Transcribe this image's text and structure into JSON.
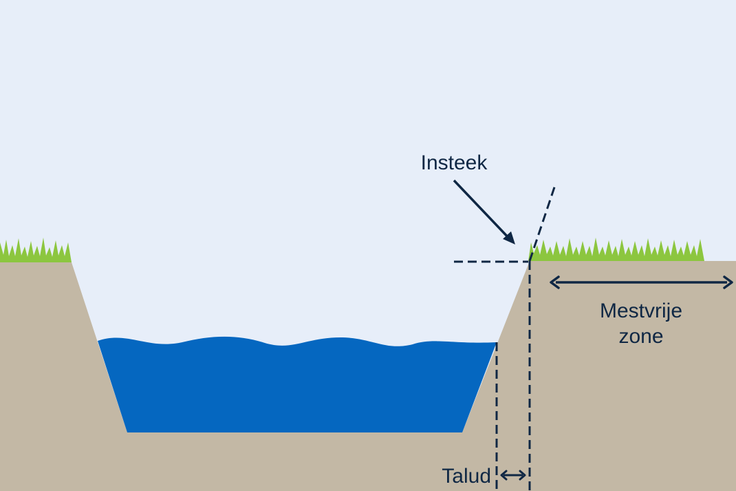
{
  "labels": {
    "insteek": "Insteek",
    "mestvrije_line1": "Mestvrije",
    "mestvrije_line2": "zone",
    "talud": "Talud"
  },
  "colors": {
    "sky": "#e7eef9",
    "soil": "#c3b8a5",
    "water": "#0567c0",
    "grass": "#8cc63f",
    "ink": "#0f2744"
  }
}
